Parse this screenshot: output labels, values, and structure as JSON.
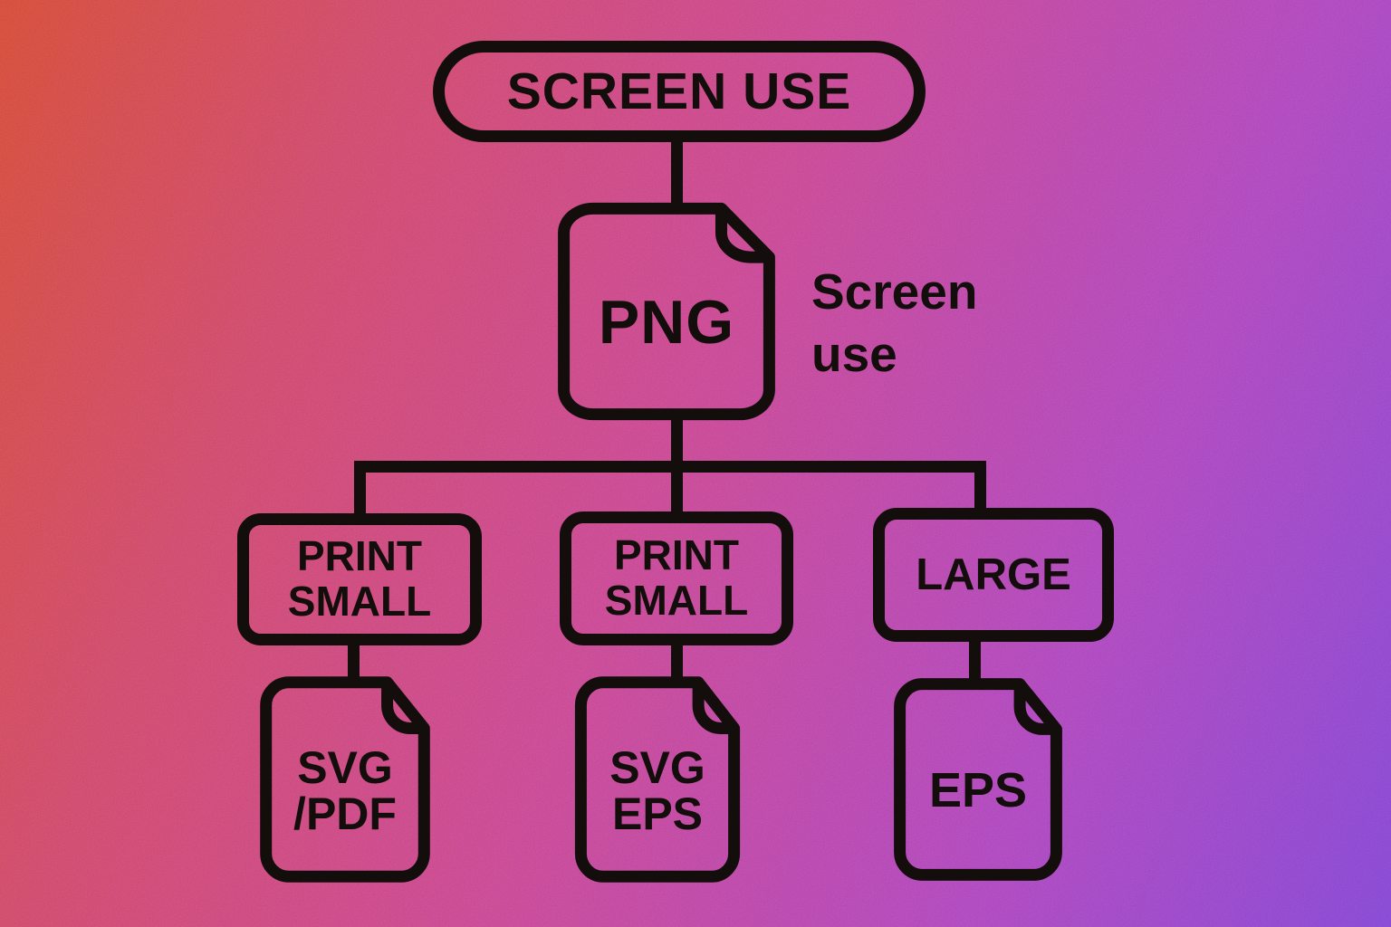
{
  "diagram": {
    "title_node": {
      "label": "SCREEN USE"
    },
    "png_node": {
      "label": "PNG",
      "annotation_lines": [
        "Screen",
        "use"
      ]
    },
    "branches": [
      {
        "box_lines": [
          "PRINT",
          "SMALL"
        ],
        "file_lines": [
          "SVG",
          "/PDF"
        ]
      },
      {
        "box_lines": [
          "PRINT",
          "SMALL"
        ],
        "file_lines": [
          "SVG",
          "EPS"
        ]
      },
      {
        "box_lines": [
          "LARGE"
        ],
        "file_lines": [
          "EPS"
        ]
      }
    ],
    "colors": {
      "stroke": "#16100d",
      "gradient_start": "#f55f48",
      "gradient_mid": "#e95aae",
      "gradient_end": "#9f59f4"
    }
  }
}
